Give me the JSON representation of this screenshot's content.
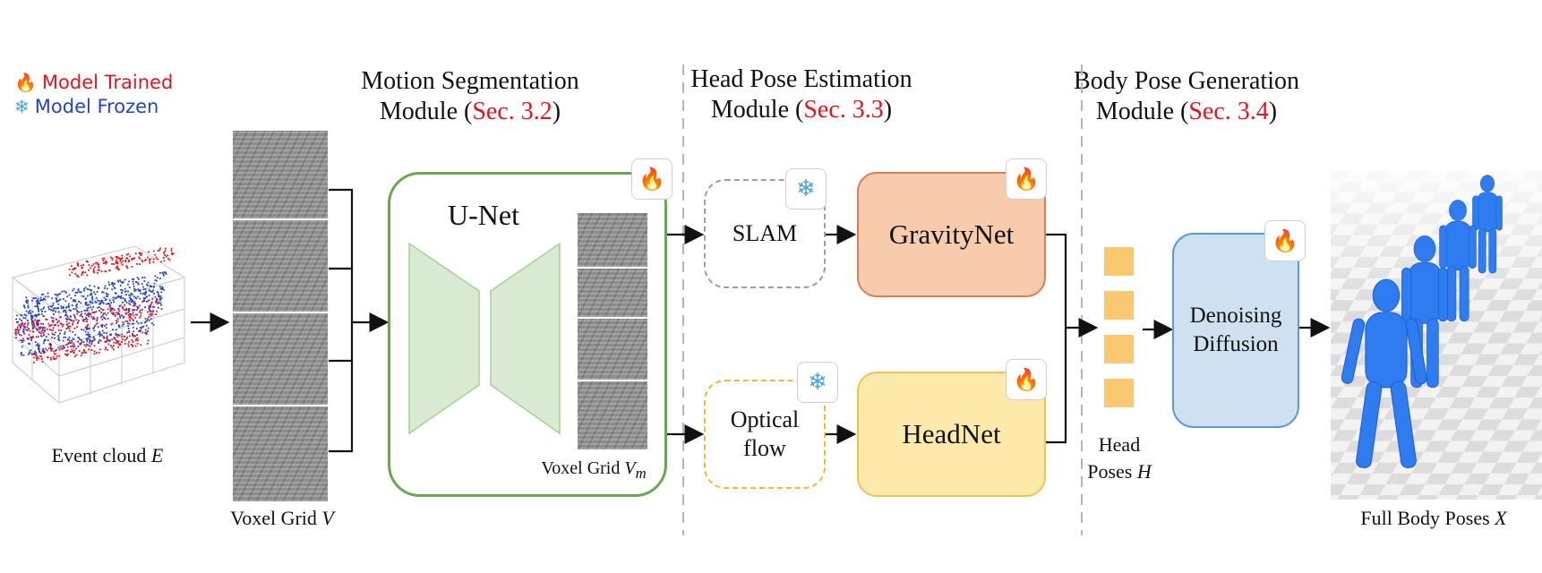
{
  "legend": {
    "trained": {
      "label": "Model Trained",
      "icon": "fire-icon",
      "color": "#e8141c"
    },
    "frozen": {
      "label": "Model Frozen",
      "icon": "snowflake-icon",
      "color": "#2244cc"
    }
  },
  "modules": {
    "motion": {
      "title_line1": "Motion Segmentation",
      "title_line2": "Module",
      "ref": "Sec. 3.2"
    },
    "head": {
      "title_line1": "Head Pose Estimation",
      "title_line2": "Module",
      "ref": "Sec. 3.3"
    },
    "body": {
      "title_line1": "Body Pose Generation",
      "title_line2": "Module",
      "ref": "Sec. 3.4"
    }
  },
  "captions": {
    "event_cloud": "Event cloud",
    "event_cloud_var": "E",
    "voxel_grid": "Voxel Grid",
    "voxel_grid_var": "V",
    "voxel_grid_m": "Voxel Grid",
    "voxel_grid_m_var": "V",
    "voxel_grid_m_sub": "m",
    "head_poses_line1": "Head",
    "head_poses_line2": "Poses",
    "head_poses_var": "H",
    "full_body": "Full Body Poses",
    "full_body_var": "X"
  },
  "blocks": {
    "unet": "U-Net",
    "slam": "SLAM",
    "gravitynet": "GravityNet",
    "optical_line1": "Optical",
    "optical_line2": "flow",
    "headnet": "HeadNet",
    "denoise_line1": "Denoising",
    "denoise_line2": "Diffusion"
  },
  "colors": {
    "red_ref": "#e8141c",
    "unet_border": "#6aa84f",
    "unet_fill": "#d9ead3",
    "gravity_fill": "#f8cbad",
    "gravity_border": "#e07b50",
    "headnet_fill": "#fde9a9",
    "headnet_border": "#f2c14e",
    "slam_border": "#9e9e9e",
    "optical_border": "#f5b82e",
    "diffusion_fill": "#cfe0f1",
    "diffusion_border": "#5b9bd5",
    "headpose_fill": "#f9c870",
    "body_blue": "#2f7bf0"
  }
}
